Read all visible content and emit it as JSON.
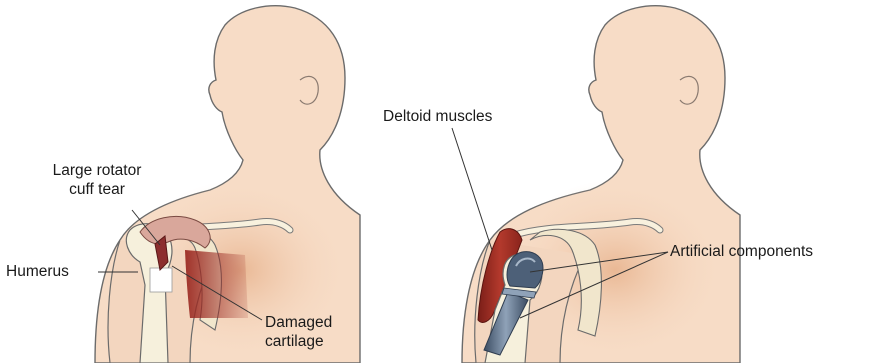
{
  "diagram": {
    "left_panel": {
      "labels": {
        "rotator_tear_line1": "Large rotator",
        "rotator_tear_line2": "cuff tear",
        "humerus": "Humerus",
        "damaged_line1": "Damaged",
        "damaged_line2": "cartilage"
      }
    },
    "right_panel": {
      "labels": {
        "deltoid": "Deltoid muscles",
        "artificial": "Artificial components"
      }
    },
    "colors": {
      "skin": "#f7dcc6",
      "outline": "#555555",
      "muscle": "#9b2a22",
      "bone": "#f6f0dc",
      "implant": "#4d6078",
      "implant_light": "#8fa2b8"
    }
  }
}
